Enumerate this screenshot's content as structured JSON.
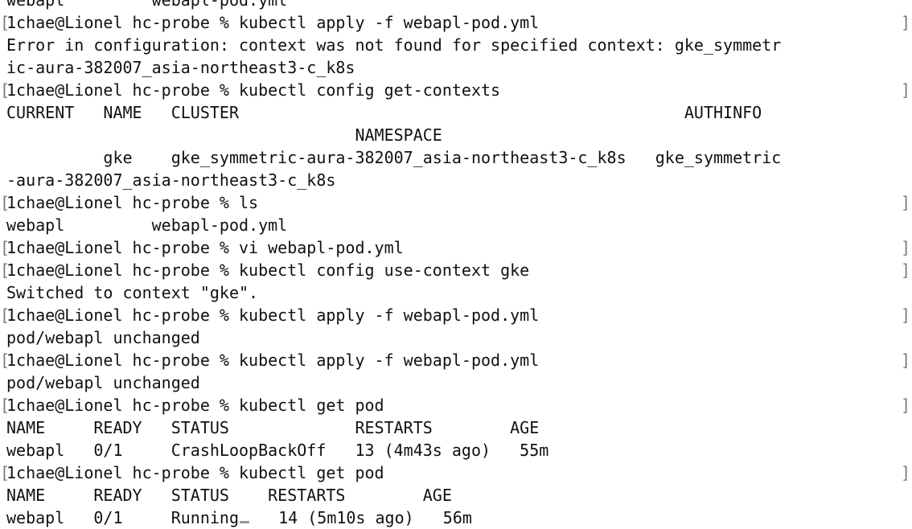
{
  "terminal": {
    "lines": [
      {
        "type": "output",
        "text": "webapl         webapl-pod.yml"
      },
      {
        "type": "prompt",
        "prompt": "1chae@Lionel hc-probe % ",
        "command": "kubectl apply -f webapl-pod.yml"
      },
      {
        "type": "output",
        "text": "Error in configuration: context was not found for specified context: gke_symmetr"
      },
      {
        "type": "output",
        "text": "ic-aura-382007_asia-northeast3-c_k8s"
      },
      {
        "type": "prompt",
        "prompt": "1chae@Lionel hc-probe % ",
        "command": "kubectl config get-contexts"
      },
      {
        "type": "output",
        "text": "CURRENT   NAME   CLUSTER                                              AUTHINFO"
      },
      {
        "type": "output",
        "text": "                                    NAMESPACE"
      },
      {
        "type": "output",
        "text": "          gke    gke_symmetric-aura-382007_asia-northeast3-c_k8s   gke_symmetric"
      },
      {
        "type": "output",
        "text": "-aura-382007_asia-northeast3-c_k8s"
      },
      {
        "type": "prompt",
        "prompt": "1chae@Lionel hc-probe % ",
        "command": "ls"
      },
      {
        "type": "output",
        "text": "webapl         webapl-pod.yml"
      },
      {
        "type": "prompt",
        "prompt": "1chae@Lionel hc-probe % ",
        "command": "vi webapl-pod.yml"
      },
      {
        "type": "prompt",
        "prompt": "1chae@Lionel hc-probe % ",
        "command": "kubectl config use-context gke"
      },
      {
        "type": "output",
        "text": "Switched to context \"gke\"."
      },
      {
        "type": "prompt",
        "prompt": "1chae@Lionel hc-probe % ",
        "command": "kubectl apply -f webapl-pod.yml"
      },
      {
        "type": "output",
        "text": "pod/webapl unchanged"
      },
      {
        "type": "prompt",
        "prompt": "1chae@Lionel hc-probe % ",
        "command": "kubectl apply -f webapl-pod.yml"
      },
      {
        "type": "output",
        "text": "pod/webapl unchanged"
      },
      {
        "type": "prompt",
        "prompt": "1chae@Lionel hc-probe % ",
        "command": "kubectl get pod"
      },
      {
        "type": "output",
        "text": "NAME     READY   STATUS             RESTARTS        AGE"
      },
      {
        "type": "output",
        "text": "webapl   0/1     CrashLoopBackOff   13 (4m43s ago)   55m"
      },
      {
        "type": "prompt",
        "prompt": "1chae@Lionel hc-probe % ",
        "command": "kubectl get pod"
      },
      {
        "type": "output",
        "text": "NAME     READY   STATUS    RESTARTS        AGE"
      },
      {
        "type": "output",
        "text": "webapl   0/1     Running",
        "cursor": true,
        "tail": "   14 (5m10s ago)   56m"
      }
    ],
    "prompt_bracket_open": "[",
    "prompt_bracket_close": "]"
  }
}
